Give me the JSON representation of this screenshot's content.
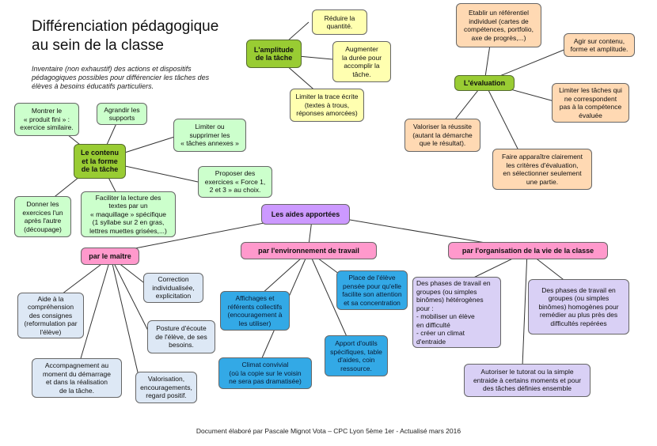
{
  "title": "Différenciation pédagogique\nau sein de la classe",
  "intro": "Inventaire (non exhaustif) des actions et dispositifs pédagogiques possibles pour différencier les tâches des élèves à besoins éducatifs particuliers.",
  "nodes": {
    "amplitude": "L'amplitude\nde la tâche",
    "reduire": "Réduire la\nquantité.",
    "augmenter": "Augmenter\nla durée pour\naccomplir la\ntâche.",
    "limiter_trace": "Limiter la trace écrite\n(textes à trous,\nréponses amorcées)",
    "evaluation": "L'évaluation",
    "referentiel": "Etablir un référentiel\nindividuel (cartes de\ncompétences, portfolio,\naxe de progrès,...)",
    "agir": "Agir sur contenu,\nforme et amplitude.",
    "limiter_taches": "Limiter les tâches qui\nne correspondent\npas à la compétence\névaluée",
    "valoriser": "Valoriser la réussite\n(autant la démarche\nque le résultat).",
    "criteres": "Faire apparaître clairement\nles critères d'évaluation,\nen sélectionner seulement\nune partie.",
    "contenu": "Le contenu\net la forme\nde la tâche",
    "montrer": "Montrer le\n« produit fini » :\nexercice similaire.",
    "agrandir": "Agrandir les\nsupports",
    "limiter_supprimer": "Limiter ou\nsupprimer les\n« tâches annexes »",
    "proposer": "Proposer des\nexercices « Force 1,\n2 et 3 » au choix.",
    "donner": "Donner les\nexercices l'un\naprès l'autre\n(découpage)",
    "faciliter": "Faciliter la lecture des\ntextes par un\n« maquillage » spécifique\n(1 syllabe sur 2 en gras,\nlettres muettes grisées,...)",
    "aides": "Les aides apportées",
    "maitre": "par le maître",
    "environnement": "par l'environnement de travail",
    "organisation": "par l'organisation de la vie de la classe",
    "aide_comprehension": "Aide à la\ncompréhension\ndes consignes\n(reformulation par\nl'élève)",
    "correction": "Correction\nindividualisée,\nexplicitation",
    "posture": "Posture d'écoute\nde l'élève, de ses\nbesoins.",
    "accompagnement": "Accompagnement au\nmoment du démarrage\net dans la réalisation\nde la tâche.",
    "valorisation": "Valorisation,\nencouragements,\nregard positif.",
    "affichages": "Affichages et\nréférents collectifs\n(encouragement à\nles utiliser)",
    "place": "Place de l'élève\npensée pour qu'elle\nfacilite son attention\net sa concentration",
    "climat": "Climat convivial\n(où la copie sur le voisin\nne sera pas dramatisée)",
    "apport": "Apport d'outils\nspécifiques, table\nd'aides, coin\nressource.",
    "phases_hetero": "Des phases de travail en\ngroupes (ou simples\nbinômes) hétérogènes\npour :\n-      mobiliser un élève\n        en difficulté\n-      créer un climat\n        d'entraide",
    "phases_homo": "Des phases de travail en\ngroupes (ou simples\nbinômes) homogènes pour\nremédier au plus près des\ndifficultés repérées",
    "tutorat": "Autoriser le tutorat ou la simple\nentraide à certains moments et pour\ndes tâches définies ensemble"
  },
  "footer": "Document élaboré par Pascale Mignot Vota – CPC    Lyon 5ème 1er    - Actualisé mars 2016"
}
